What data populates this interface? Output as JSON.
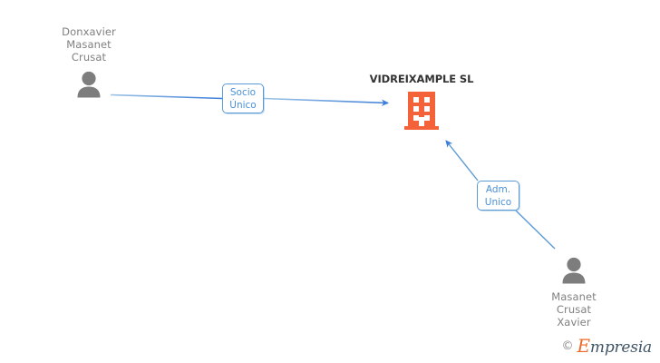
{
  "diagram": {
    "type": "corporate-relationship-chart",
    "company": {
      "name": "VIDREIXAMPLE SL",
      "icon": "building-icon",
      "color": "#f4623a"
    },
    "people": [
      {
        "id": "donxavier",
        "name": "Donxavier\nMasanet\nCrusat",
        "icon": "person-icon",
        "color": "#808080",
        "position": "top-left"
      },
      {
        "id": "xavier",
        "name": "Masanet\nCrusat\nXavier",
        "icon": "person-icon",
        "color": "#808080",
        "position": "bottom-right"
      }
    ],
    "relations": [
      {
        "id": "socio-unico",
        "label": "Socio\nÚnico",
        "from": "donxavier",
        "to": "company",
        "color": "#4a90d9"
      },
      {
        "id": "adm-unico",
        "label": "Adm.\nUnico",
        "from": "xavier",
        "to": "company",
        "color": "#4a90d9"
      }
    ]
  },
  "watermark": {
    "copyright": "©",
    "initial": "E",
    "rest": "mpresia"
  }
}
